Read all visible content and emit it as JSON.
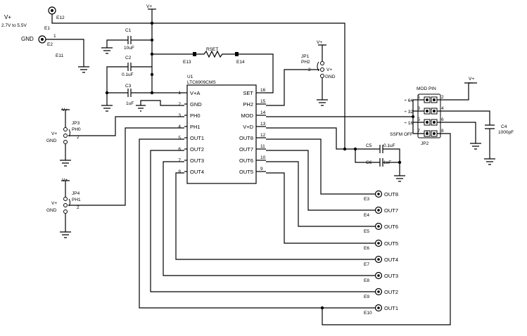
{
  "supply": {
    "label": "V+",
    "range": "2.7V to 5.5V",
    "pad": "E1",
    "pad2": "E12"
  },
  "gnd": {
    "label": "GND",
    "pad": "E2",
    "pad2": "E11",
    "pin": "1"
  },
  "vplus": "V+",
  "caps": {
    "c1": {
      "ref": "C1",
      "value": "10uF"
    },
    "c2": {
      "ref": "C2",
      "value": "0.1uF"
    },
    "c3": {
      "ref": "C3",
      "value": "1uF"
    },
    "c4": {
      "ref": "C4",
      "value": "1000pF"
    },
    "c5": {
      "ref": "C5",
      "value": "0.1uF"
    },
    "c6": {
      "ref": "C6",
      "value": "1uF"
    }
  },
  "rset": {
    "ref": "RSET",
    "pad_left": "E13",
    "pad_right": "E14"
  },
  "ic": {
    "ref": "U1",
    "part": "LTC6909CMS",
    "left_pins": [
      {
        "num": "1",
        "name": "V+A"
      },
      {
        "num": "2",
        "name": "GND"
      },
      {
        "num": "3",
        "name": "PH0"
      },
      {
        "num": "4",
        "name": "PH1"
      },
      {
        "num": "5",
        "name": "OUT1"
      },
      {
        "num": "6",
        "name": "OUT2"
      },
      {
        "num": "7",
        "name": "OUT3"
      },
      {
        "num": "8",
        "name": "OUT4"
      }
    ],
    "right_pins": [
      {
        "num": "16",
        "name": "SET"
      },
      {
        "num": "15",
        "name": "PH2"
      },
      {
        "num": "14",
        "name": "MOD"
      },
      {
        "num": "13",
        "name": "V+D"
      },
      {
        "num": "12",
        "name": "OUT8"
      },
      {
        "num": "11",
        "name": "OUT7"
      },
      {
        "num": "10",
        "name": "OUT6"
      },
      {
        "num": "9",
        "name": "OUT5"
      }
    ]
  },
  "jp1": {
    "ref": "JP1",
    "sub": "PH2",
    "v": "V+",
    "g": "GND",
    "pin": "2"
  },
  "jp3": {
    "ref": "JP3",
    "sub": "PH0",
    "v": "V+",
    "g": "GND",
    "pin": "2"
  },
  "jp4": {
    "ref": "JP4",
    "sub": "PH1",
    "v": "V+",
    "g": "GND",
    "pin": "2"
  },
  "jp2": {
    "ref": "JP2",
    "title": "MOD PIN",
    "rows": [
      {
        "label": "÷ 64",
        "l": "1",
        "r": "2"
      },
      {
        "label": "÷ 32",
        "l": "3",
        "r": "4"
      },
      {
        "label": "÷ 16",
        "l": "5",
        "r": "6"
      },
      {
        "label": "SSFM OFF",
        "l": "7",
        "r": "8"
      }
    ]
  },
  "outputs": [
    {
      "label": "OUT8",
      "pad": "E3"
    },
    {
      "label": "OUT7",
      "pad": "E4"
    },
    {
      "label": "OUT6",
      "pad": "E5"
    },
    {
      "label": "OUT5",
      "pad": "E6"
    },
    {
      "label": "OUT4",
      "pad": "E7"
    },
    {
      "label": "OUT3",
      "pad": "E8"
    },
    {
      "label": "OUT2",
      "pad": "E9"
    },
    {
      "label": "OUT1",
      "pad": "E10"
    }
  ]
}
